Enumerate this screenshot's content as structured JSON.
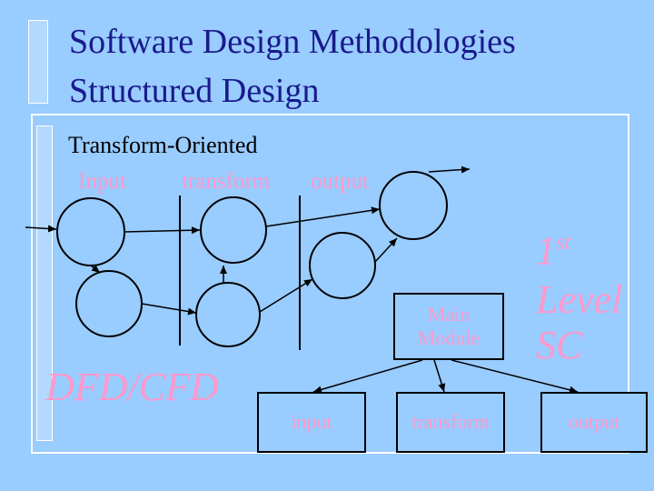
{
  "title": {
    "line1": "Software Design Methodologies",
    "line2": "Structured Design"
  },
  "subtitle": "Transform-Oriented",
  "dfd_labels": {
    "input": "Input",
    "transform": "transform",
    "output": "output"
  },
  "dfd_caption": "DFD/CFD",
  "sc_caption": {
    "first": "1",
    "first_sup": "st",
    "level": "Level",
    "sc": "SC"
  },
  "structure_chart": {
    "main": "Main Module",
    "children": [
      "input",
      "transform",
      "output"
    ]
  },
  "colors": {
    "background": "#99ccff",
    "title": "#1a1a8c",
    "accent_text": "#ff99cc"
  }
}
